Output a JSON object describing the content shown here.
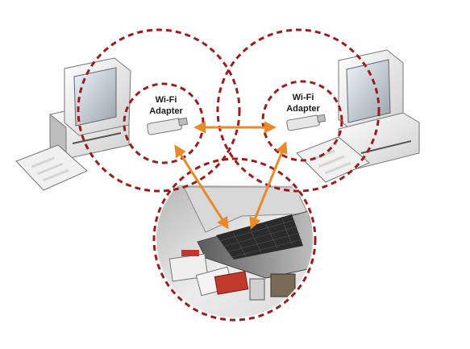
{
  "diagram": {
    "left_adapter_label": {
      "line1": "Wi-Fi",
      "line2": "Adapter"
    },
    "right_adapter_label": {
      "line1": "Wi-Fi",
      "line2": "Adapter"
    },
    "nodes": [
      {
        "id": "left-desktop",
        "kind": "desktop-computer-icon"
      },
      {
        "id": "right-desktop",
        "kind": "desktop-computer-icon"
      },
      {
        "id": "laptop",
        "kind": "laptop-photo-icon"
      }
    ],
    "links": [
      {
        "from": "left-adapter",
        "to": "right-adapter",
        "style": "double-arrow"
      },
      {
        "from": "left-adapter",
        "to": "laptop",
        "style": "double-arrow"
      },
      {
        "from": "right-adapter",
        "to": "laptop",
        "style": "double-arrow"
      }
    ],
    "colors": {
      "range_circle": "#9b1c1c",
      "arrow": "#e8892a",
      "adapter_body": "#e6e6e6"
    }
  }
}
